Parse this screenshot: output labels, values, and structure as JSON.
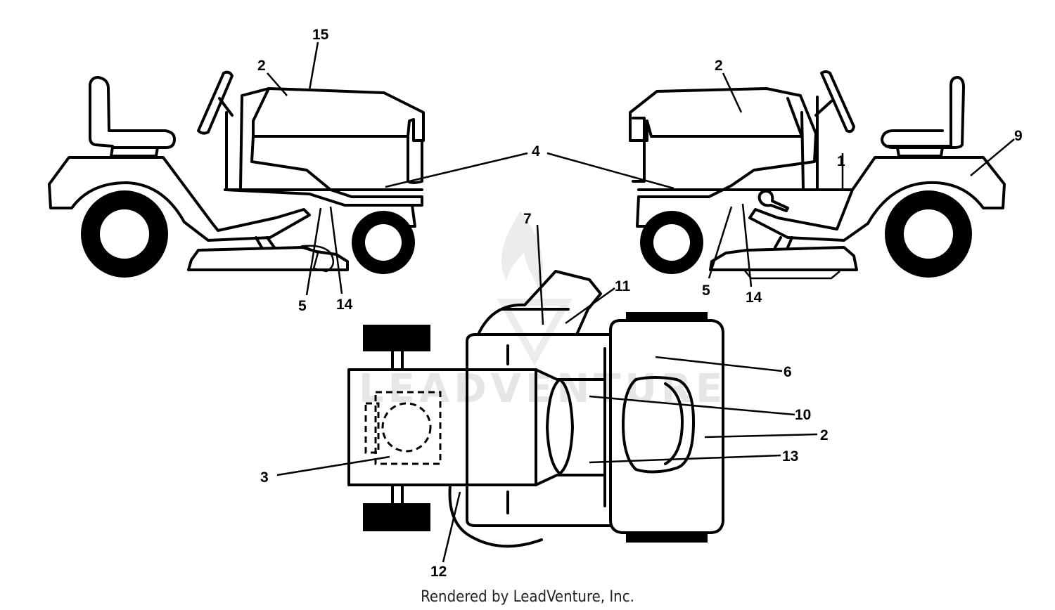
{
  "footer": "Rendered by LeadVenture, Inc.",
  "watermark": "LEADVENTURE",
  "callouts": {
    "c1": "1",
    "c2a": "2",
    "c2b": "2",
    "c2c": "2",
    "c3": "3",
    "c4": "4",
    "c5a": "5",
    "c5b": "5",
    "c6": "6",
    "c7": "7",
    "c9": "9",
    "c10": "10",
    "c11": "11",
    "c12": "12",
    "c13": "13",
    "c14a": "14",
    "c14b": "14",
    "c15": "15"
  }
}
